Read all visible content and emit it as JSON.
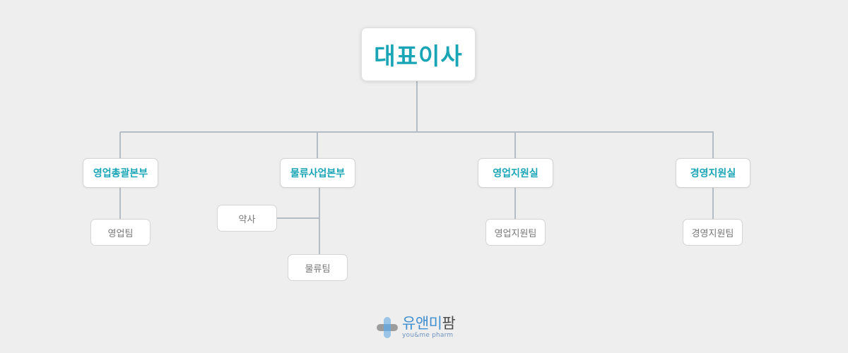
{
  "ceo": {
    "label": "대표이사"
  },
  "departments": [
    {
      "label": "영업총괄본부"
    },
    {
      "label": "물류사업본부"
    },
    {
      "label": "영업지원실"
    },
    {
      "label": "경영지원실"
    }
  ],
  "teams": [
    {
      "label": "영업팀"
    },
    {
      "label": "약사"
    },
    {
      "label": "물류팀"
    },
    {
      "label": "영업지원팀"
    },
    {
      "label": "경영지원팀"
    }
  ],
  "logo": {
    "korean_1": "유앤미",
    "korean_2": "팜",
    "english": "you&me pharm"
  },
  "colors": {
    "background": "#eeeeee",
    "accent": "#1aa5b6",
    "connector": "#b4bcc6",
    "team_text": "#777777"
  }
}
